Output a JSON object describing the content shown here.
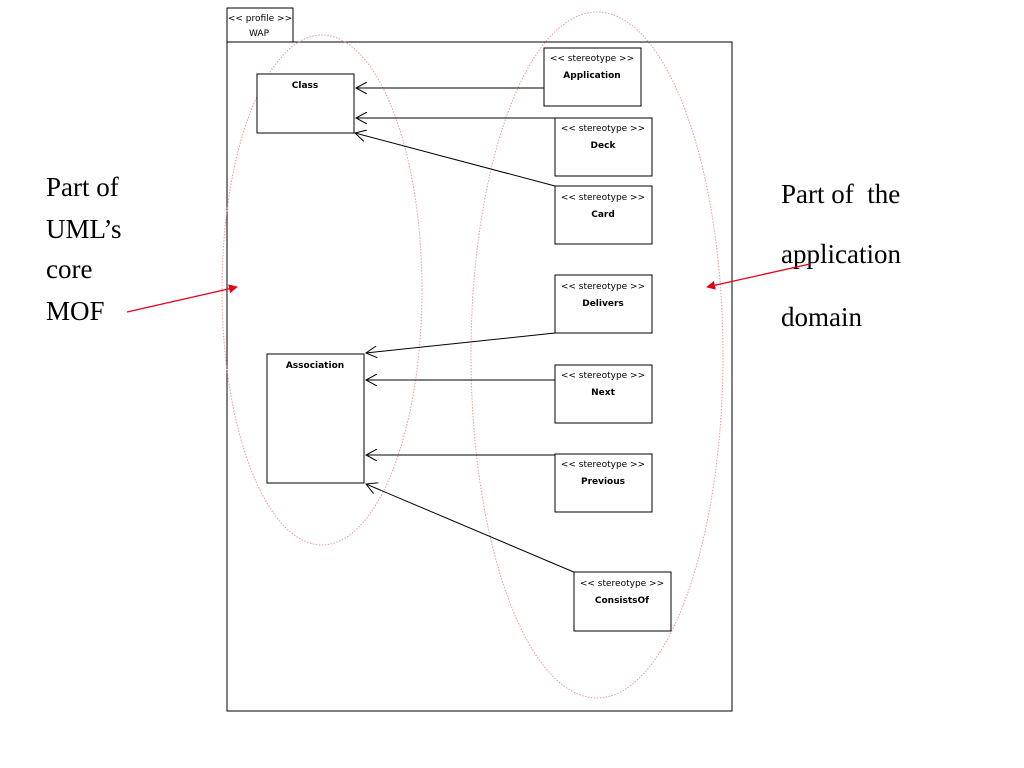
{
  "package": {
    "tab_line1": "<< profile >>",
    "tab_line2": "WAP"
  },
  "metaclasses": {
    "class": "Class",
    "association": "Association"
  },
  "stereotypes": [
    {
      "keyword": "<< stereotype >>",
      "name": "Application",
      "extends": "class"
    },
    {
      "keyword": "<< stereotype >>",
      "name": "Deck",
      "extends": "class"
    },
    {
      "keyword": "<< stereotype >>",
      "name": "Card",
      "extends": "class"
    },
    {
      "keyword": "<< stereotype >>",
      "name": "Delivers",
      "extends": "association"
    },
    {
      "keyword": "<< stereotype >>",
      "name": "Next",
      "extends": "association"
    },
    {
      "keyword": "<< stereotype >>",
      "name": "Previous",
      "extends": "association"
    },
    {
      "keyword": "<< stereotype >>",
      "name": "ConsistsOf",
      "extends": "association"
    }
  ],
  "annotations": {
    "left": [
      "Part of",
      "UML’s",
      "core",
      "MOF"
    ],
    "right": [
      "Part of  the",
      "application",
      "domain"
    ]
  },
  "colors": {
    "annotation_arrow": "#e3001b",
    "region_outline": "#e99a9a",
    "line": "#000000"
  }
}
